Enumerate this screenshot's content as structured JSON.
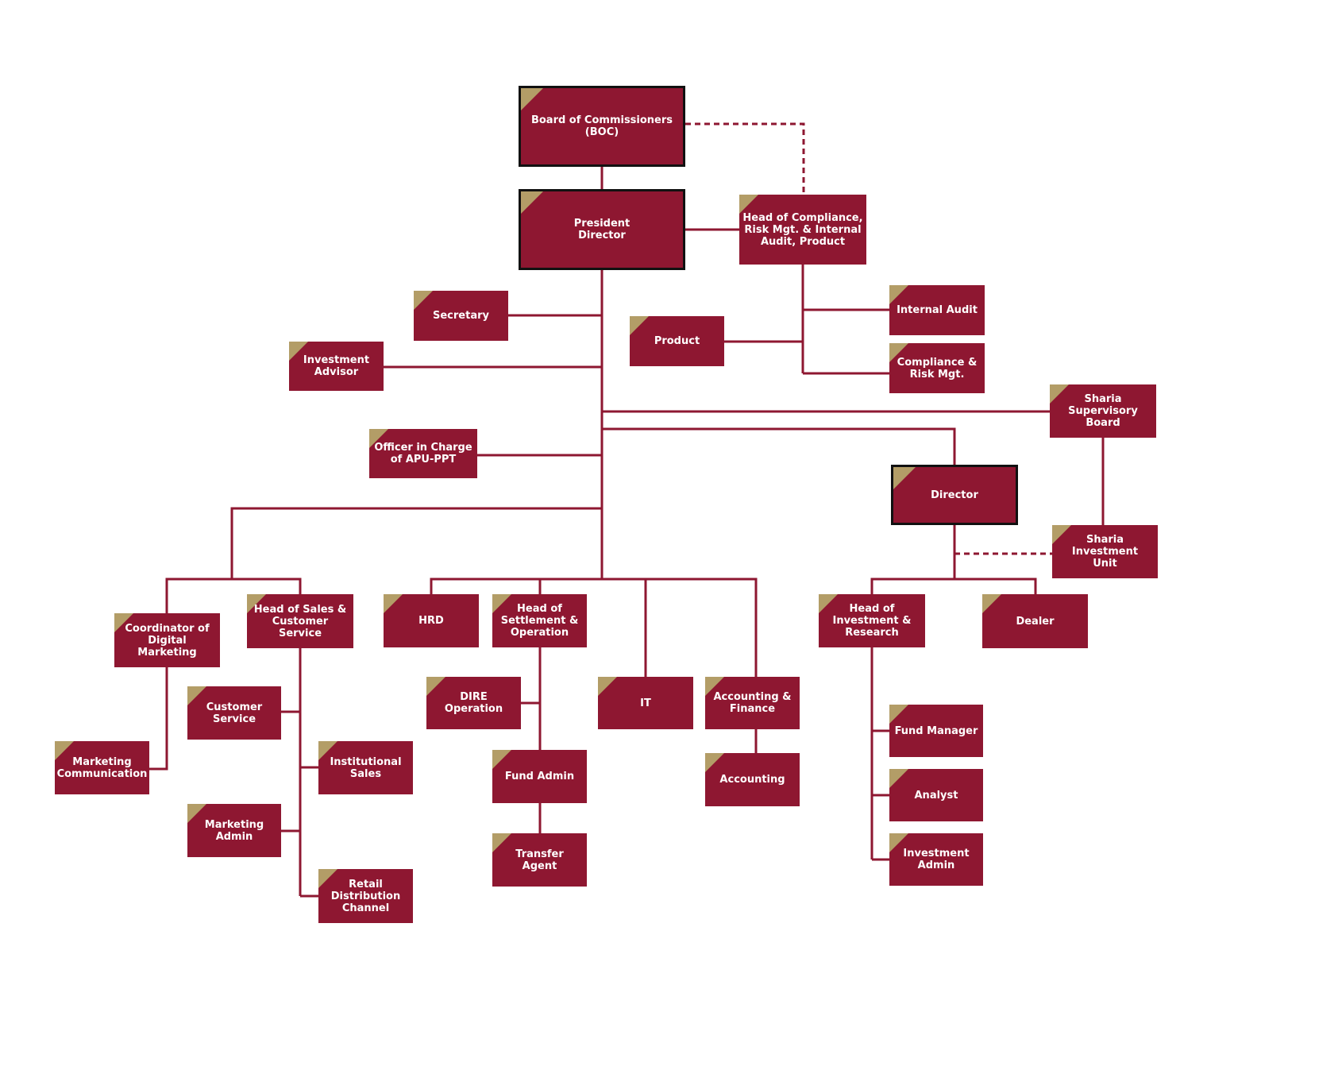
{
  "colors": {
    "box": "#8e1731",
    "line": "#8e1731",
    "corner": "#b39d67",
    "border": "#111111"
  },
  "nodes": {
    "boc": "Board of Commissioners\n(BOC)",
    "president": "President\nDirector",
    "compliance_head": "Head of Compliance,\nRisk Mgt. & Internal\nAudit, Product",
    "secretary": "Secretary",
    "investment_advisor": "Investment\nAdvisor",
    "product": "Product",
    "internal_audit": "Internal Audit",
    "compliance_risk": "Compliance &\nRisk Mgt.",
    "sharia_board": "Sharia Supervisory\nBoard",
    "officer_apu": "Officer in Charge\nof APU-PPT",
    "director": "Director",
    "sharia_unit": "Sharia Investment\nUnit",
    "coord_digital": "Coordinator of\nDigital Marketing",
    "head_sales": "Head of Sales &\nCustomer Service",
    "hrd": "HRD",
    "head_settlement": "Head of\nSettlement &\nOperation",
    "it": "IT",
    "accounting_finance": "Accounting &\nFinance",
    "head_investment": "Head of\nInvestment &\nResearch",
    "dealer": "Dealer",
    "customer_service": "Customer\nService",
    "marketing_comm": "Marketing\nCommunication",
    "institutional_sales": "Institutional\nSales",
    "marketing_admin": "Marketing\nAdmin",
    "retail_distribution": "Retail\nDistribution\nChannel",
    "dire_operation": "DIRE\nOperation",
    "fund_admin": "Fund Admin",
    "transfer_agent": "Transfer\nAgent",
    "accounting": "Accounting",
    "fund_manager": "Fund Manager",
    "analyst": "Analyst",
    "investment_admin": "Investment\nAdmin"
  }
}
